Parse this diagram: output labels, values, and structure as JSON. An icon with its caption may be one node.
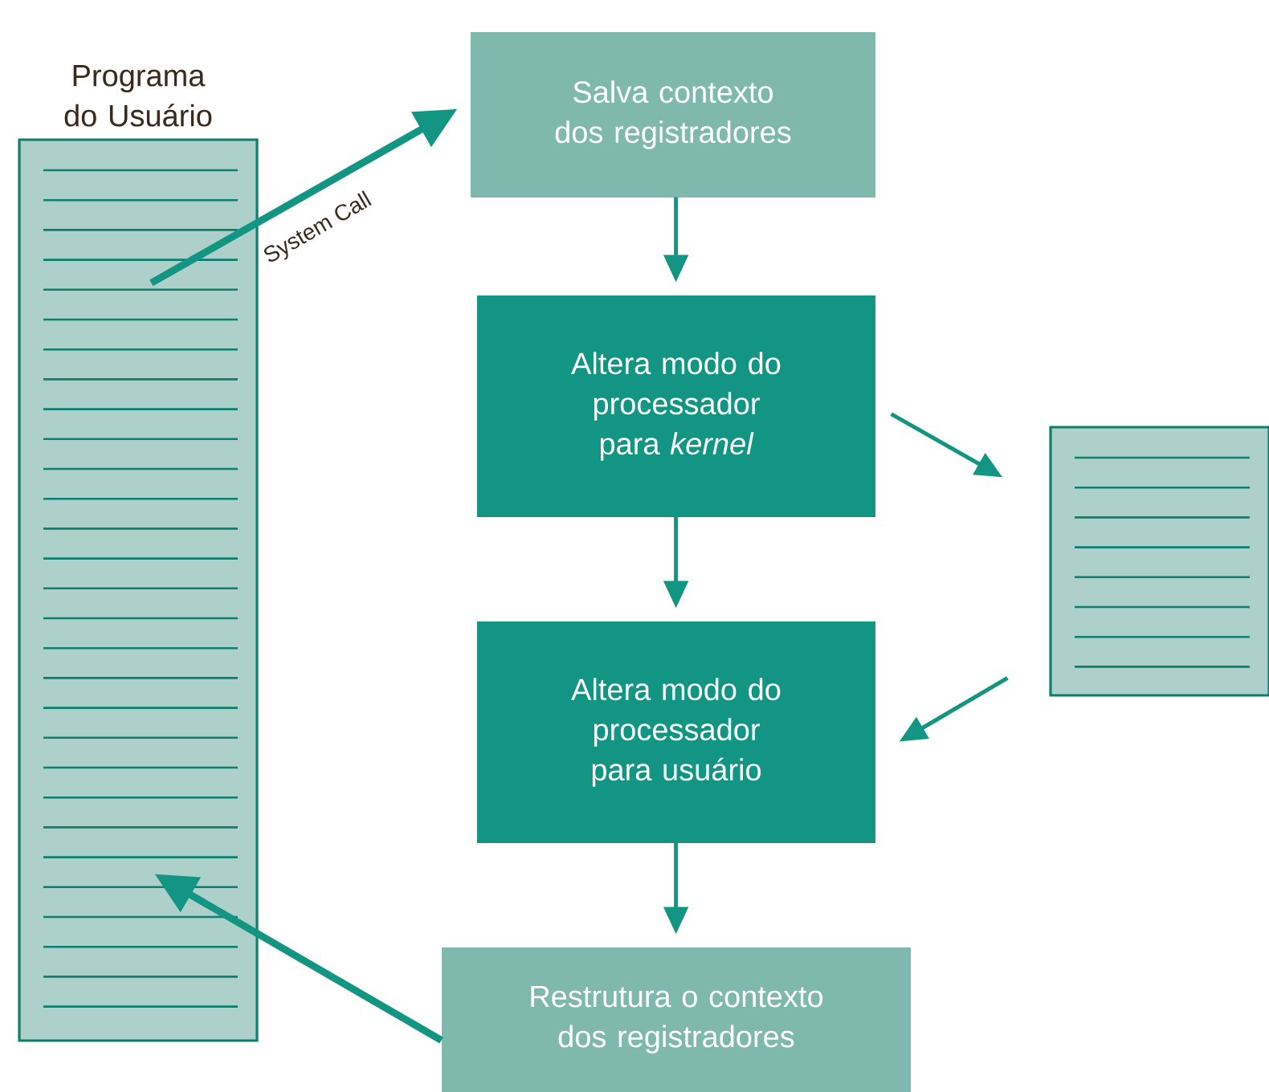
{
  "diagram": {
    "nodes": [
      {
        "text": [
          "Programa do Usuário"
        ]
      },
      {
        "text": [
          "Salva contexto dos registradores"
        ]
      },
      {
        "text": [
          "Altera modo do processador para *kernel*"
        ]
      },
      {
        "text": [
          "Altera modo do processador para usuário"
        ]
      },
      {
        "text": [
          "Restrutura o contexto dos registradores"
        ]
      },
      {
        "text": [],
        "shape": "box"
      }
    ],
    "edges": [
      {
        "from": 0,
        "to": 1,
        "arrow": "to",
        "label": "System Call",
        "style": "thick"
      },
      {
        "from": 1,
        "to": 2,
        "arrow": "to"
      },
      {
        "from": 2,
        "to": 5,
        "arrow": "to"
      },
      {
        "from": 5,
        "to": 3,
        "arrow": "to"
      },
      {
        "from": 2,
        "to": 3,
        "arrow": "to"
      },
      {
        "from": 3,
        "to": 4,
        "arrow": "to"
      },
      {
        "from": 4,
        "to": 0,
        "arrow": "to",
        "style": "thick"
      }
    ]
  }
}
